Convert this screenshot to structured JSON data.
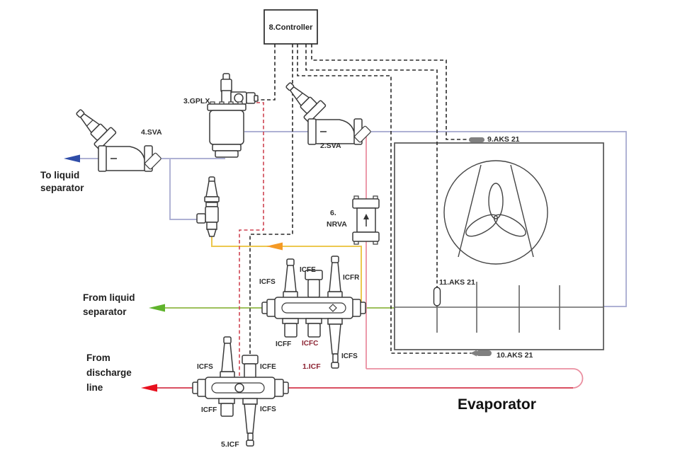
{
  "components": {
    "controller": {
      "label": "8.Controller"
    },
    "sva4": {
      "label": "4.SVA"
    },
    "gplx": {
      "label": "3.GPLX"
    },
    "sva2": {
      "label": "2.SVA"
    },
    "nrva": {
      "number": "6.",
      "label": "NRVA"
    },
    "icf1": {
      "name": "1.ICF",
      "ports_top": [
        "ICFS",
        "ICFE",
        "ICFR"
      ],
      "ports_bottom": [
        "ICFF",
        "ICFC",
        "ICFS"
      ]
    },
    "icf5": {
      "name": "5.ICF",
      "ports_top": [
        "ICFS",
        "ICFE"
      ],
      "ports_bottom": [
        "ICFF",
        "ICFS"
      ]
    },
    "evaporator": {
      "label": "Evaporator"
    },
    "sensors": {
      "s9": "9.AKS 21",
      "s11": "11.AKS 21",
      "s10": "10.AKS 21"
    }
  },
  "flow_labels": {
    "to_liquid_separator": {
      "line1": "To liquid",
      "line2": "separator"
    },
    "from_liquid_separator": {
      "line1": "From liquid",
      "line2": "separator"
    },
    "from_discharge_line": {
      "line1": "From",
      "line2": "discharge",
      "line3": "line"
    }
  },
  "colors": {
    "lavender": "#a3a6ce",
    "blue_arrow": "#2f4da8",
    "green_line": "#9dc05c",
    "green_arrow": "#5fb32c",
    "red_line": "#d94f62",
    "red_arrow": "#e8101e",
    "pink_line": "#ea8fa0",
    "yellow_line": "#ecc84f",
    "orange_arrow": "#f49a26",
    "dash_black": "#2a2a2a",
    "dash_red": "#cf4452",
    "coil": "#666666",
    "box": "#555555",
    "maroon_label": "#8c2332"
  }
}
